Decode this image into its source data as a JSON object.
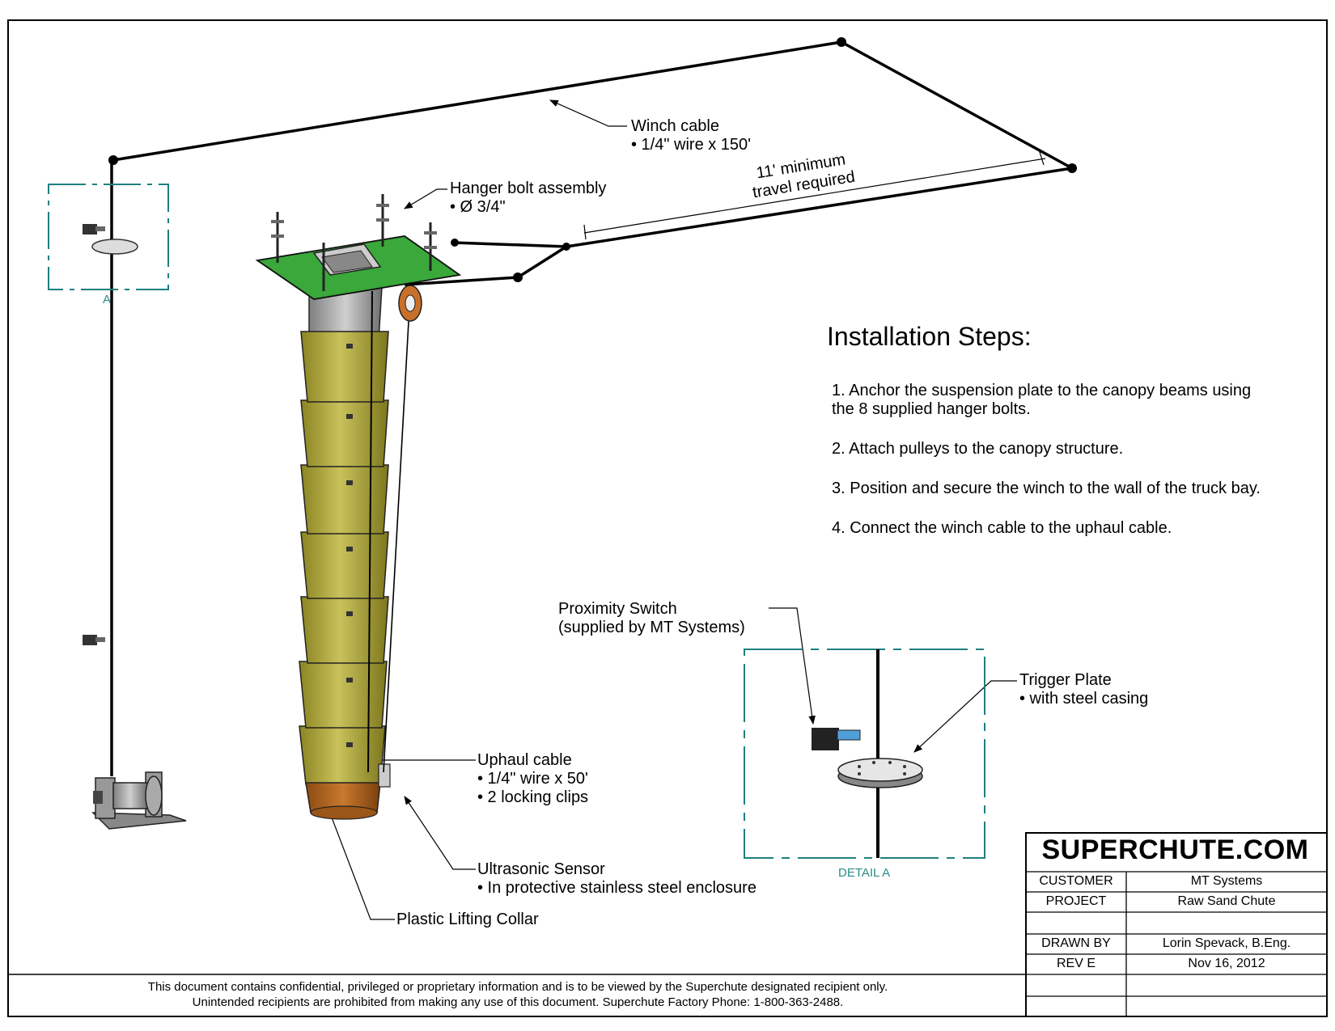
{
  "labels": {
    "winch_cable_title": "Winch cable",
    "winch_cable_spec": "• 1/4\" wire x 150'",
    "hanger_title": "Hanger bolt assembly",
    "hanger_spec": "• Ø 3/4\"",
    "travel_line1": "11' minimum",
    "travel_line2": "travel required",
    "prox_title": "Proximity Switch",
    "prox_spec": "(supplied by MT Systems)",
    "trigger_title": "Trigger Plate",
    "trigger_spec": "• with steel casing",
    "uphaul_title": "Uphaul cable",
    "uphaul_spec1": "• 1/4\" wire x 50'",
    "uphaul_spec2": "• 2 locking clips",
    "ultra_title": "Ultrasonic Sensor",
    "ultra_spec": "• In protective stainless steel enclosure",
    "collar": "Plastic Lifting Collar",
    "detail_a_marker": "A",
    "detail_a_caption": "DETAIL A"
  },
  "installation": {
    "title": "Installation Steps:",
    "steps": [
      "1. Anchor the suspension plate to the canopy beams using",
      "the 8 supplied hanger bolts.",
      "2. Attach pulleys to the canopy structure.",
      "3. Position and secure the winch to the wall of the truck bay.",
      "4. Connect the winch cable to the uphaul cable."
    ]
  },
  "title_block": {
    "brand": "SUPERCHUTE.COM",
    "customer_label": "CUSTOMER",
    "customer_value": "MT Systems",
    "project_label": "PROJECT",
    "project_value": "Raw Sand Chute",
    "drawn_by_label": "DRAWN BY",
    "drawn_by_value": "Lorin Spevack,  B.Eng.",
    "rev_label": "REV  E",
    "rev_value": "Nov 16, 2012"
  },
  "footer": {
    "line1": "This document contains confidential, privileged or proprietary information and is to be viewed by the Superchute designated recipient only.",
    "line2": "Unintended recipients are prohibited from making any use of this document.  Superchute Factory Phone: 1-800-363-2488."
  },
  "colors": {
    "plate_green": "#3aa83a",
    "cone_olive": "#b5ad3a",
    "collar_brown": "#b5651d",
    "detail_teal": "#1f7f7f"
  }
}
